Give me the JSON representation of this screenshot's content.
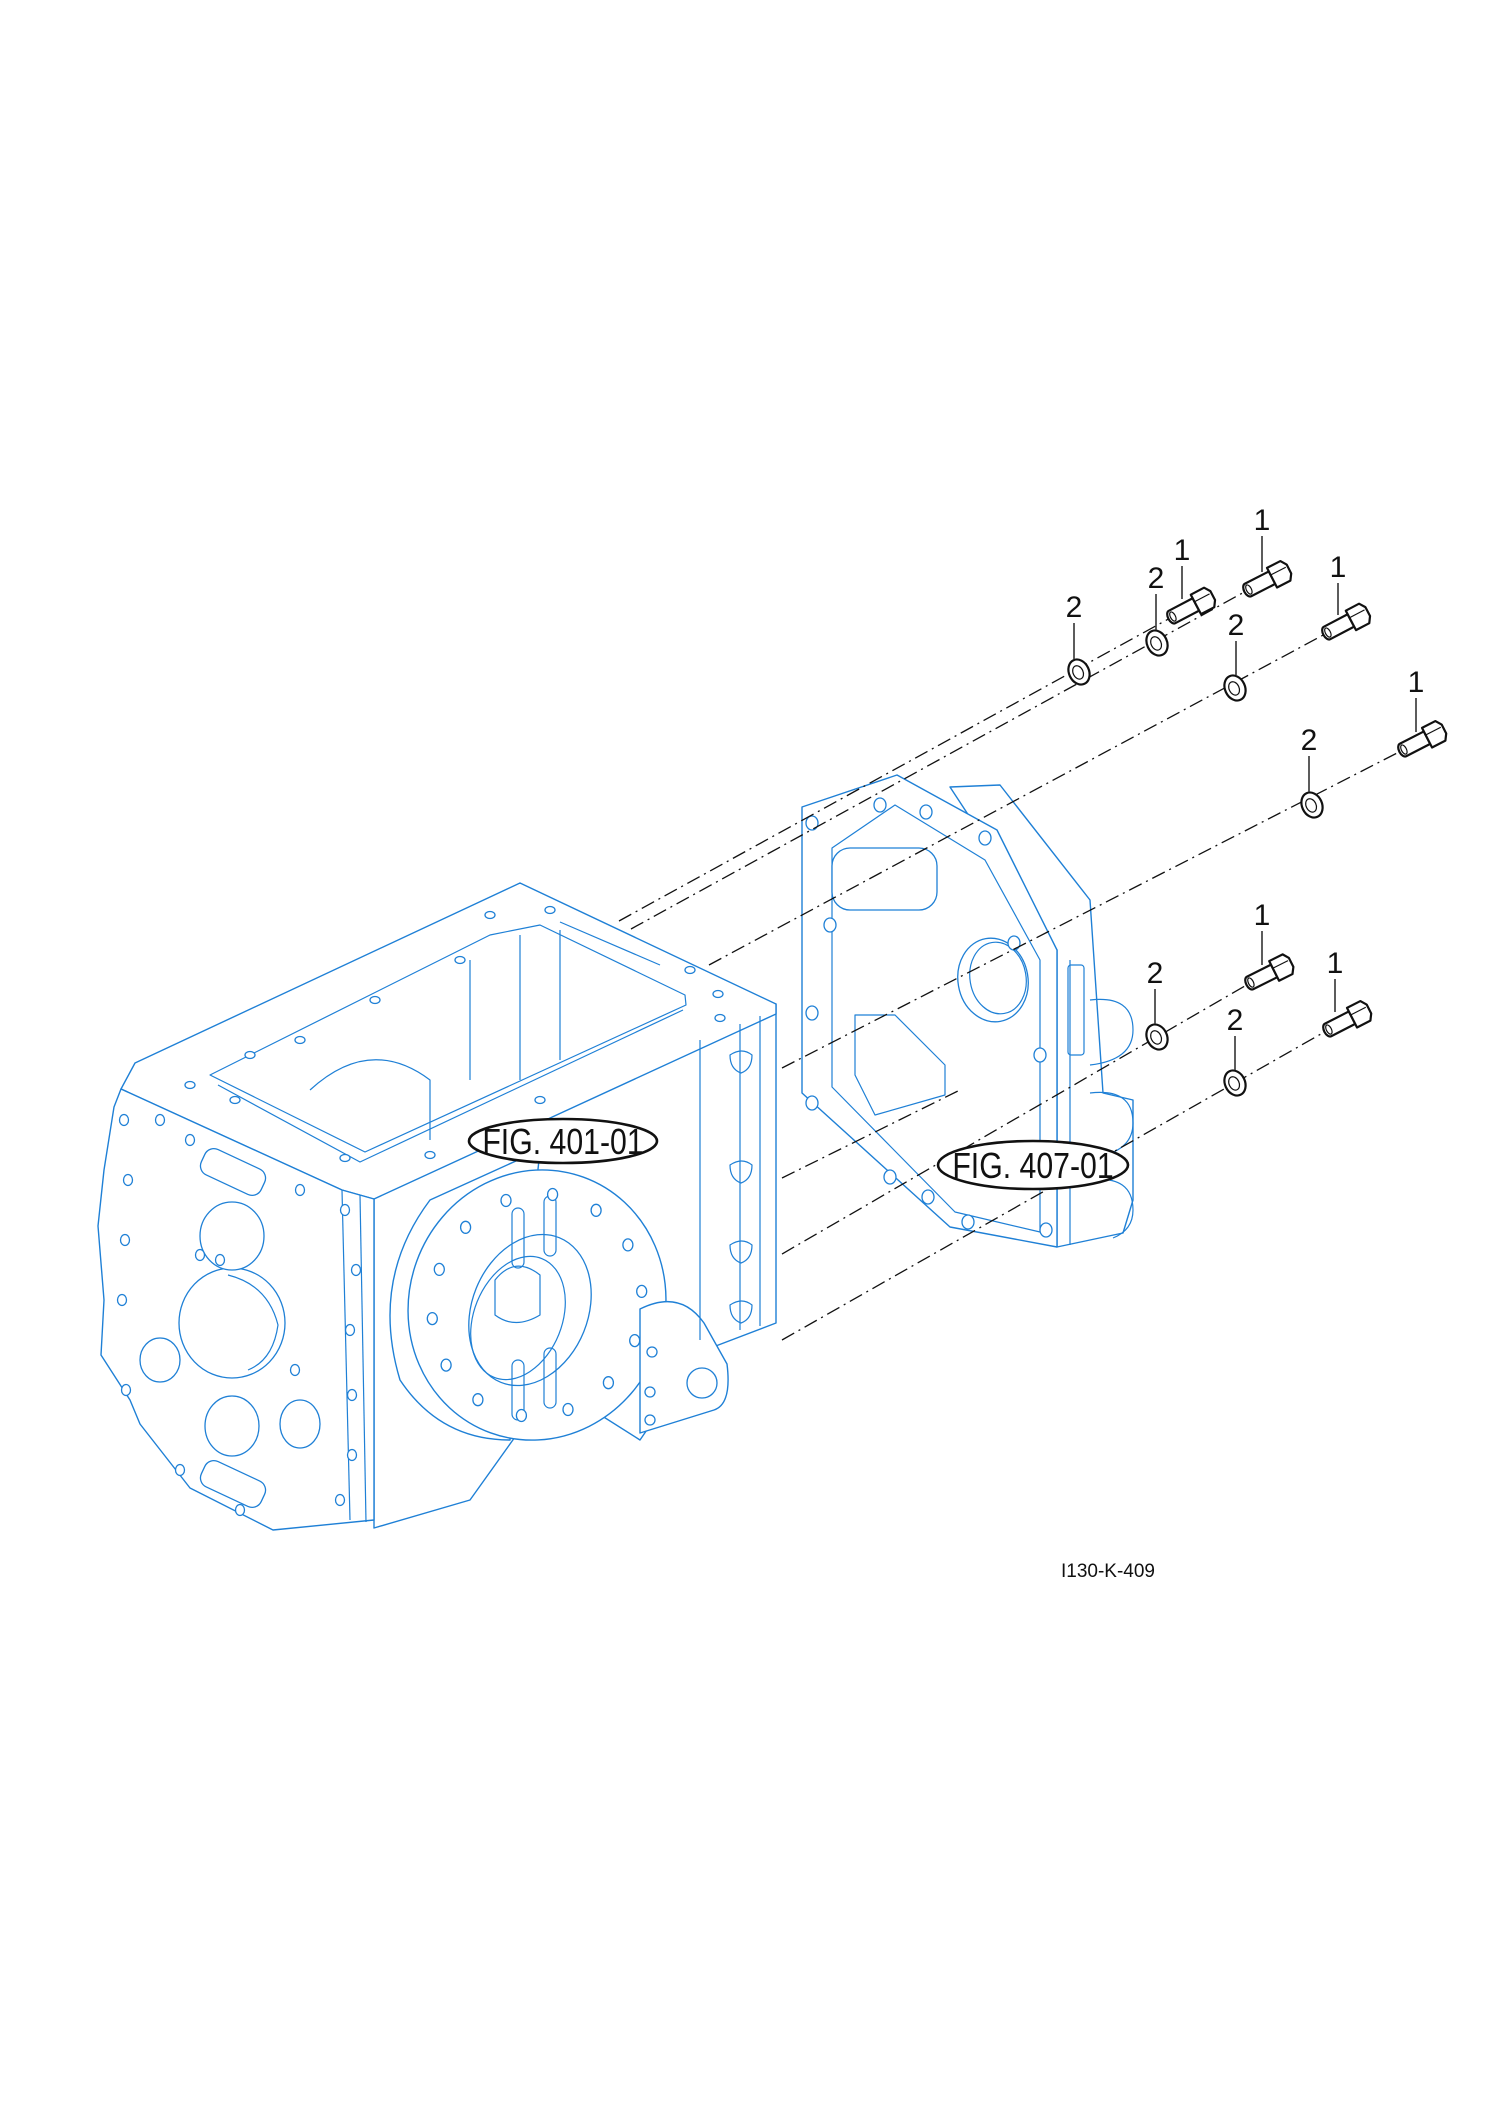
{
  "diagram": {
    "drawing_code": "I130-K-409",
    "figure_refs": [
      {
        "label": "FIG. 401-01"
      },
      {
        "label": "FIG. 407-01"
      }
    ],
    "callouts": {
      "bolt": "1",
      "washer": "2"
    },
    "parts": [
      {
        "number": "1",
        "type": "bolt",
        "count": 6
      },
      {
        "number": "2",
        "type": "washer",
        "count": 6
      }
    ],
    "colors": {
      "housing_line": "#1f80d6",
      "hardware_line": "#111111"
    }
  }
}
